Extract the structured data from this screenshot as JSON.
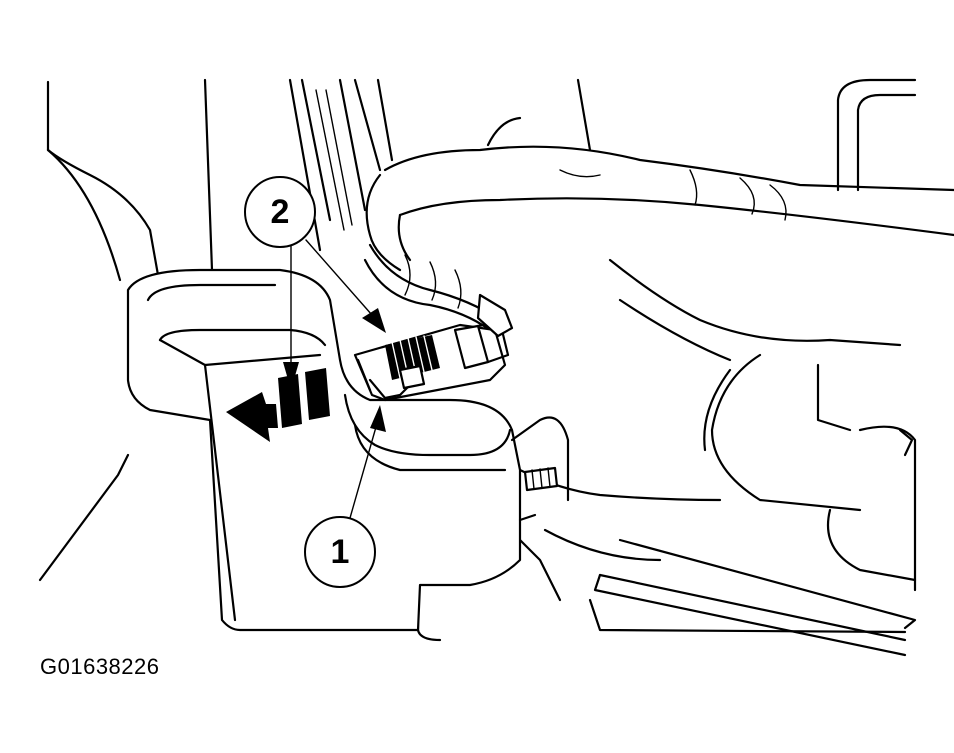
{
  "figure_id": "G01638226",
  "callouts": [
    {
      "label": "2",
      "target": "connector-locking-tab"
    },
    {
      "label": "1",
      "target": "electrical-connector"
    }
  ],
  "arrow_direction": "left"
}
